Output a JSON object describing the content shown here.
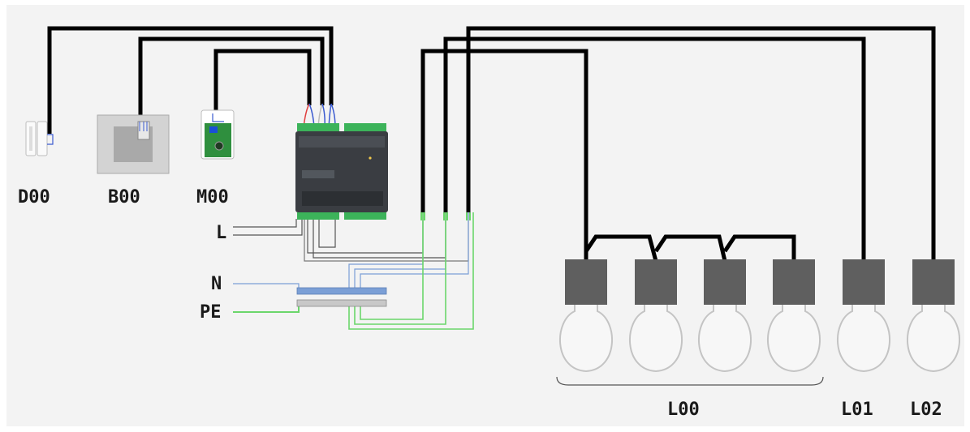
{
  "devices": {
    "door_sensor": "D00",
    "button": "B00",
    "motion_sensor": "M00"
  },
  "power": {
    "line": "L",
    "neutral": "N",
    "protective_earth": "PE"
  },
  "lamps": {
    "group_1": "L00",
    "lamp_2": "L01",
    "lamp_3": "L02"
  },
  "colors": {
    "background": "#f3f3f3",
    "main_cable": "#000000",
    "neutral_wire": "#7b9fd6",
    "earth_wire": "#6bd66b",
    "lamp_socket": "#5f5f5f",
    "controller_body": "#3a3d42",
    "terminal_green": "#3cb35a"
  }
}
